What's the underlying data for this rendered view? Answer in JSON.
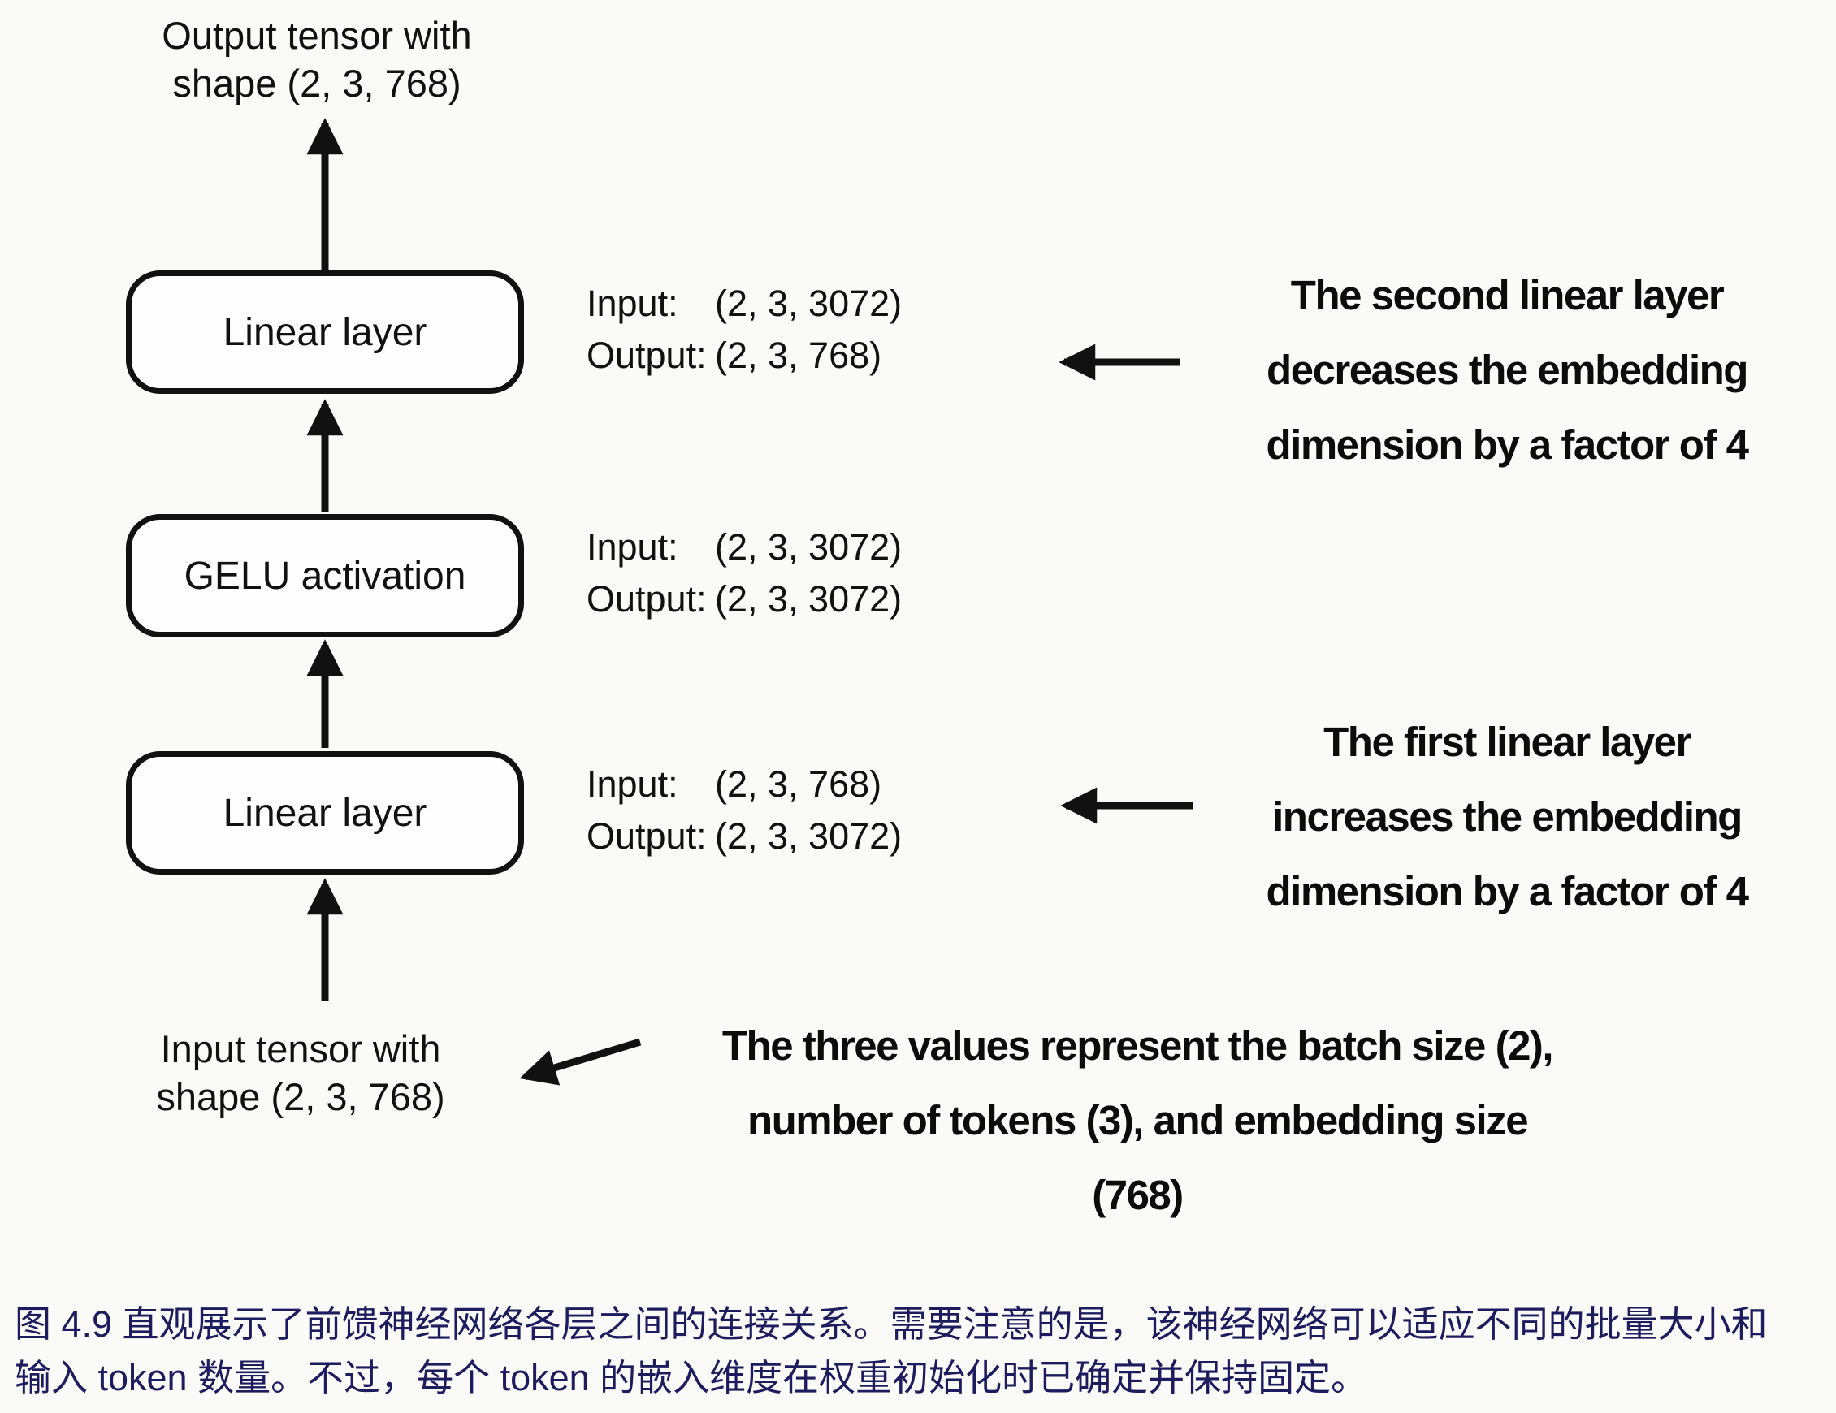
{
  "figure": {
    "output_tensor_label": {
      "lines": [
        "Output tensor with",
        "shape (2, 3, 768)"
      ]
    },
    "input_tensor_label": {
      "lines": [
        "Input tensor with",
        "shape (2, 3, 768)"
      ]
    },
    "boxes": [
      {
        "label": "Linear layer",
        "io": {
          "input_label": "Input:",
          "input_value": "(2, 3, 3072)",
          "output_label": "Output:",
          "output_value": "(2, 3, 768)"
        }
      },
      {
        "label": "GELU activation",
        "io": {
          "input_label": "Input:",
          "input_value": "(2, 3, 3072)",
          "output_label": "Output:",
          "output_value": "(2, 3, 3072)"
        }
      },
      {
        "label": "Linear layer",
        "io": {
          "input_label": "Input:",
          "input_value": "(2, 3, 768)",
          "output_label": "Output:",
          "output_value": "(2, 3, 3072)"
        }
      }
    ],
    "annotations": [
      {
        "lines": [
          "The second linear layer",
          "decreases the embedding",
          "dimension by a factor of 4"
        ]
      },
      {
        "lines": [
          "The first linear layer",
          "increases the embedding",
          "dimension by a factor of 4"
        ]
      },
      {
        "lines": [
          "The three values represent the batch size (2),",
          "number of tokens (3), and embedding size",
          "(768)"
        ]
      }
    ]
  },
  "caption": {
    "lines": [
      "图 4.9 直观展示了前馈神经网络各层之间的连接关系。需要注意的是，该神经网络可以适应不同的批量大小和",
      "输入 token 数量。不过，每个 token 的嵌入维度在权重初始化时已确定并保持固定。"
    ],
    "color": "#1c1c5e"
  },
  "colors": {
    "background": "#fafaf8",
    "ink": "#111111",
    "box_fill": "#fefefe",
    "caption_text": "#1c1c5e"
  }
}
